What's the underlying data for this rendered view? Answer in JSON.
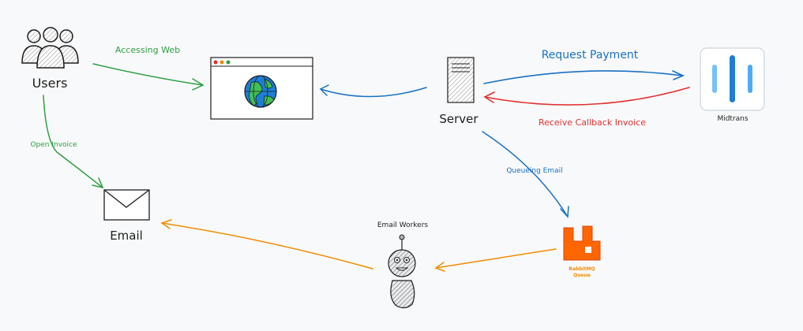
{
  "nodes": {
    "users": {
      "label": "Users"
    },
    "email": {
      "label": "Email"
    },
    "server": {
      "label": "Server"
    },
    "midtrans": {
      "label": "Midtrans"
    },
    "email_workers": {
      "label": "Email Workers"
    },
    "rabbitmq": {
      "label_line1": "RabbitMQ",
      "label_line2": "Queue"
    }
  },
  "edges": {
    "accessing_web": {
      "label": "Accessing Web"
    },
    "open_invoice": {
      "label": "Open Invoice"
    },
    "request_payment": {
      "label": "Request Payment"
    },
    "receive_callback": {
      "label": "Receive Callback Invoice"
    },
    "queueing_email": {
      "label": "Queueing Email"
    }
  },
  "colors": {
    "green": "#2f9e44",
    "blue": "#1971c2",
    "red": "#e03131",
    "orange": "#f08c00",
    "dark": "#1e1e1e"
  }
}
